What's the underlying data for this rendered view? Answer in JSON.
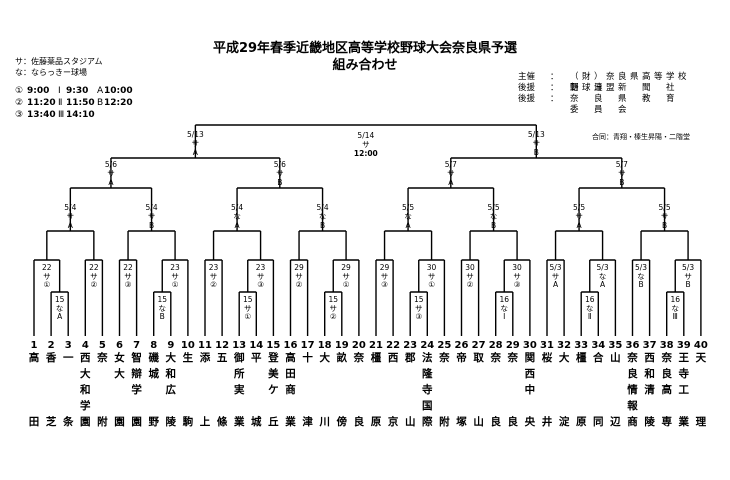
{
  "title": "平成29年春季近畿地区高等学校野球大会奈良県予選",
  "subtitle": "組み合わせ",
  "venue_legend": [
    {
      "key": "サ",
      "text": "：佐藤薬品スタジアム"
    },
    {
      "key": "な",
      "text": "：ならっきー球場"
    }
  ],
  "time_legend": [
    {
      "a_mark": "①",
      "a_time": "9:00",
      "b_mark": "Ⅰ",
      "b_time": "9:30",
      "c_mark": "A",
      "c_time": "10:00"
    },
    {
      "a_mark": "②",
      "a_time": "11:20",
      "b_mark": "Ⅱ",
      "b_time": "11:50",
      "c_mark": "B",
      "c_time": "12:20"
    },
    {
      "a_mark": "③",
      "a_time": "13:40",
      "b_mark": "Ⅲ",
      "b_time": "14:10",
      "c_mark": "",
      "c_time": ""
    }
  ],
  "sponsors": [
    {
      "role": "主催",
      "org": "（財）奈良県高等学校野球連盟"
    },
    {
      "role": "後援",
      "org": "朝　日　新　聞　社"
    },
    {
      "role": "後援",
      "org": "奈　良　県　教　育　委　員　会"
    }
  ],
  "joint_practice": "合同：青翔・榛生昇陽・二階堂",
  "teams": [
    [
      "高",
      "",
      "",
      "",
      "田"
    ],
    [
      "香",
      "",
      "",
      "",
      "芝"
    ],
    [
      "一",
      "",
      "",
      "",
      "条"
    ],
    [
      "西",
      "大",
      "和",
      "学",
      "園"
    ],
    [
      "奈",
      "",
      "",
      "",
      "附"
    ],
    [
      "女",
      "大",
      "",
      "",
      "園"
    ],
    [
      "智",
      "辯",
      "学",
      "",
      "園"
    ],
    [
      "磯",
      "城",
      "",
      "",
      "野"
    ],
    [
      "大",
      "和",
      "広",
      "",
      "陵"
    ],
    [
      "生",
      "",
      "",
      "",
      "駒"
    ],
    [
      "添",
      "",
      "",
      "",
      "上"
    ],
    [
      "五",
      "",
      "",
      "",
      "條"
    ],
    [
      "御",
      "所",
      "実",
      "",
      "業"
    ],
    [
      "平",
      "",
      "",
      "",
      "城"
    ],
    [
      "登",
      "美",
      "ケ",
      "",
      "丘"
    ],
    [
      "高",
      "田",
      "商",
      "",
      "業"
    ],
    [
      "十",
      "",
      "",
      "",
      "津"
    ],
    [
      "大",
      "",
      "",
      "",
      "川"
    ],
    [
      "畝",
      "",
      "",
      "",
      "傍"
    ],
    [
      "奈",
      "",
      "",
      "",
      "良"
    ],
    [
      "橿",
      "",
      "",
      "",
      "原"
    ],
    [
      "西",
      "",
      "",
      "",
      "京"
    ],
    [
      "郡",
      "",
      "",
      "",
      "山"
    ],
    [
      "法",
      "隆",
      "寺",
      "国",
      "際"
    ],
    [
      "奈",
      "",
      "",
      "",
      "附"
    ],
    [
      "帝",
      "",
      "",
      "",
      "塚"
    ],
    [
      "取",
      "",
      "",
      "",
      "山"
    ],
    [
      "奈",
      "",
      "",
      "",
      "良"
    ],
    [
      "奈",
      "",
      "",
      "",
      "良"
    ],
    [
      "関",
      "西",
      "中",
      "",
      "央"
    ],
    [
      "桜",
      "",
      "",
      "",
      "井"
    ],
    [
      "大",
      "",
      "",
      "",
      "淀"
    ],
    [
      "橿",
      "",
      "",
      "",
      "原"
    ],
    [
      "合",
      "",
      "",
      "",
      "同"
    ],
    [
      "山",
      "",
      "",
      "",
      "辺"
    ],
    [
      "奈",
      "良",
      "情",
      "報",
      "商"
    ],
    [
      "西",
      "和",
      "清",
      "",
      "陵"
    ],
    [
      "奈",
      "良",
      "高",
      "",
      "専"
    ],
    [
      "王",
      "寺",
      "工",
      "",
      "業"
    ],
    [
      "天",
      "",
      "",
      "",
      "理"
    ]
  ],
  "first_round": [
    {
      "id": "m1",
      "date": "22",
      "venue": "サ",
      "slot": "①"
    },
    {
      "id": "m2",
      "date": "15",
      "venue": "な",
      "slot": "A"
    },
    {
      "id": "m3",
      "date": "22",
      "venue": "サ",
      "slot": "②"
    },
    {
      "id": "m4",
      "date": "22",
      "venue": "サ",
      "slot": "③"
    },
    {
      "id": "m5",
      "date": "15",
      "venue": "な",
      "slot": "B"
    },
    {
      "id": "m6",
      "date": "23",
      "venue": "サ",
      "slot": "①"
    },
    {
      "id": "m7",
      "date": "23",
      "venue": "サ",
      "slot": "②"
    },
    {
      "id": "m8",
      "date": "15",
      "venue": "サ",
      "slot": "①"
    },
    {
      "id": "m9",
      "date": "23",
      "venue": "サ",
      "slot": "③"
    },
    {
      "id": "m10",
      "date": "29",
      "venue": "サ",
      "slot": "②"
    },
    {
      "id": "m11",
      "date": "15",
      "venue": "サ",
      "slot": "②"
    },
    {
      "id": "m12",
      "date": "29",
      "venue": "サ",
      "slot": "①"
    },
    {
      "id": "m13",
      "date": "29",
      "venue": "サ",
      "slot": "③"
    },
    {
      "id": "m14",
      "date": "15",
      "venue": "サ",
      "slot": "③"
    },
    {
      "id": "m15",
      "date": "30",
      "venue": "サ",
      "slot": "①"
    },
    {
      "id": "m16",
      "date": "30",
      "venue": "サ",
      "slot": "②"
    },
    {
      "id": "m17",
      "date": "16",
      "venue": "な",
      "slot": "Ⅰ"
    },
    {
      "id": "m18",
      "date": "30",
      "venue": "サ",
      "slot": "③"
    },
    {
      "id": "m19",
      "date": "5/3",
      "venue": "サ",
      "slot": "A"
    },
    {
      "id": "m20",
      "date": "16",
      "venue": "な",
      "slot": "Ⅱ"
    },
    {
      "id": "m21",
      "date": "5/3",
      "venue": "な",
      "slot": "A"
    },
    {
      "id": "m22",
      "date": "5/3",
      "venue": "な",
      "slot": "B"
    },
    {
      "id": "m23",
      "date": "16",
      "venue": "な",
      "slot": "Ⅲ"
    },
    {
      "id": "m24",
      "date": "5/3",
      "venue": "サ",
      "slot": "B"
    }
  ],
  "rounds": [
    {
      "id": "r1",
      "date": "5/4",
      "venue": "サ",
      "slot": "A"
    },
    {
      "id": "r2",
      "date": "5/4",
      "venue": "サ",
      "slot": "B"
    },
    {
      "id": "r3",
      "date": "5/4",
      "venue": "な",
      "slot": "A"
    },
    {
      "id": "r4",
      "date": "5/4",
      "venue": "な",
      "slot": "B"
    },
    {
      "id": "r5",
      "date": "5/5",
      "venue": "な",
      "slot": "A"
    },
    {
      "id": "r6",
      "date": "5/5",
      "venue": "な",
      "slot": "B"
    },
    {
      "id": "r7",
      "date": "5/5",
      "venue": "サ",
      "slot": "A"
    },
    {
      "id": "r8",
      "date": "5/5",
      "venue": "サ",
      "slot": "B"
    },
    {
      "id": "q1",
      "date": "5/6",
      "venue": "サ",
      "slot": "A"
    },
    {
      "id": "q2",
      "date": "5/6",
      "venue": "サ",
      "slot": "B"
    },
    {
      "id": "q3",
      "date": "5/7",
      "venue": "サ",
      "slot": "A"
    },
    {
      "id": "q4",
      "date": "5/7",
      "venue": "サ",
      "slot": "B"
    },
    {
      "id": "s1",
      "date": "5/13",
      "venue": "サ",
      "slot": "A"
    },
    {
      "id": "s2",
      "date": "5/13",
      "venue": "サ",
      "slot": "B"
    },
    {
      "id": "f",
      "date": "5/14",
      "venue": "サ",
      "slot": "12:00"
    }
  ]
}
